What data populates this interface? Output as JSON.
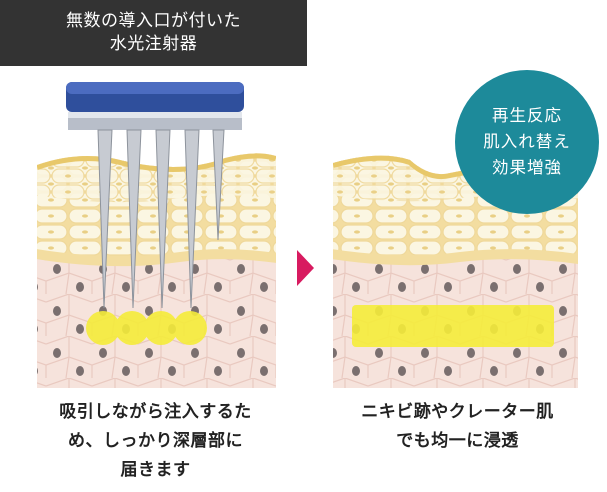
{
  "header": {
    "line1": "無数の導入口が付いた",
    "line2": "水光注射器"
  },
  "left_caption": {
    "line1": "吸引しながら注入するた",
    "line2": "め、しっかり深層部に",
    "line3": "届きます"
  },
  "right_caption": {
    "line1": "ニキビ跡やクレーター肌",
    "line2": "でも均一に浸透"
  },
  "badge": {
    "line1": "再生反応",
    "line2": "肌入れ替え",
    "line3": "効果増強"
  },
  "colors": {
    "header_bg": "#333333",
    "badge_bg": "#1d8a9a",
    "arrow": "#d81b60",
    "dermis": "#f6e3dc",
    "epidermis": "#f8efc9",
    "highlight": "#f5ec3a"
  }
}
